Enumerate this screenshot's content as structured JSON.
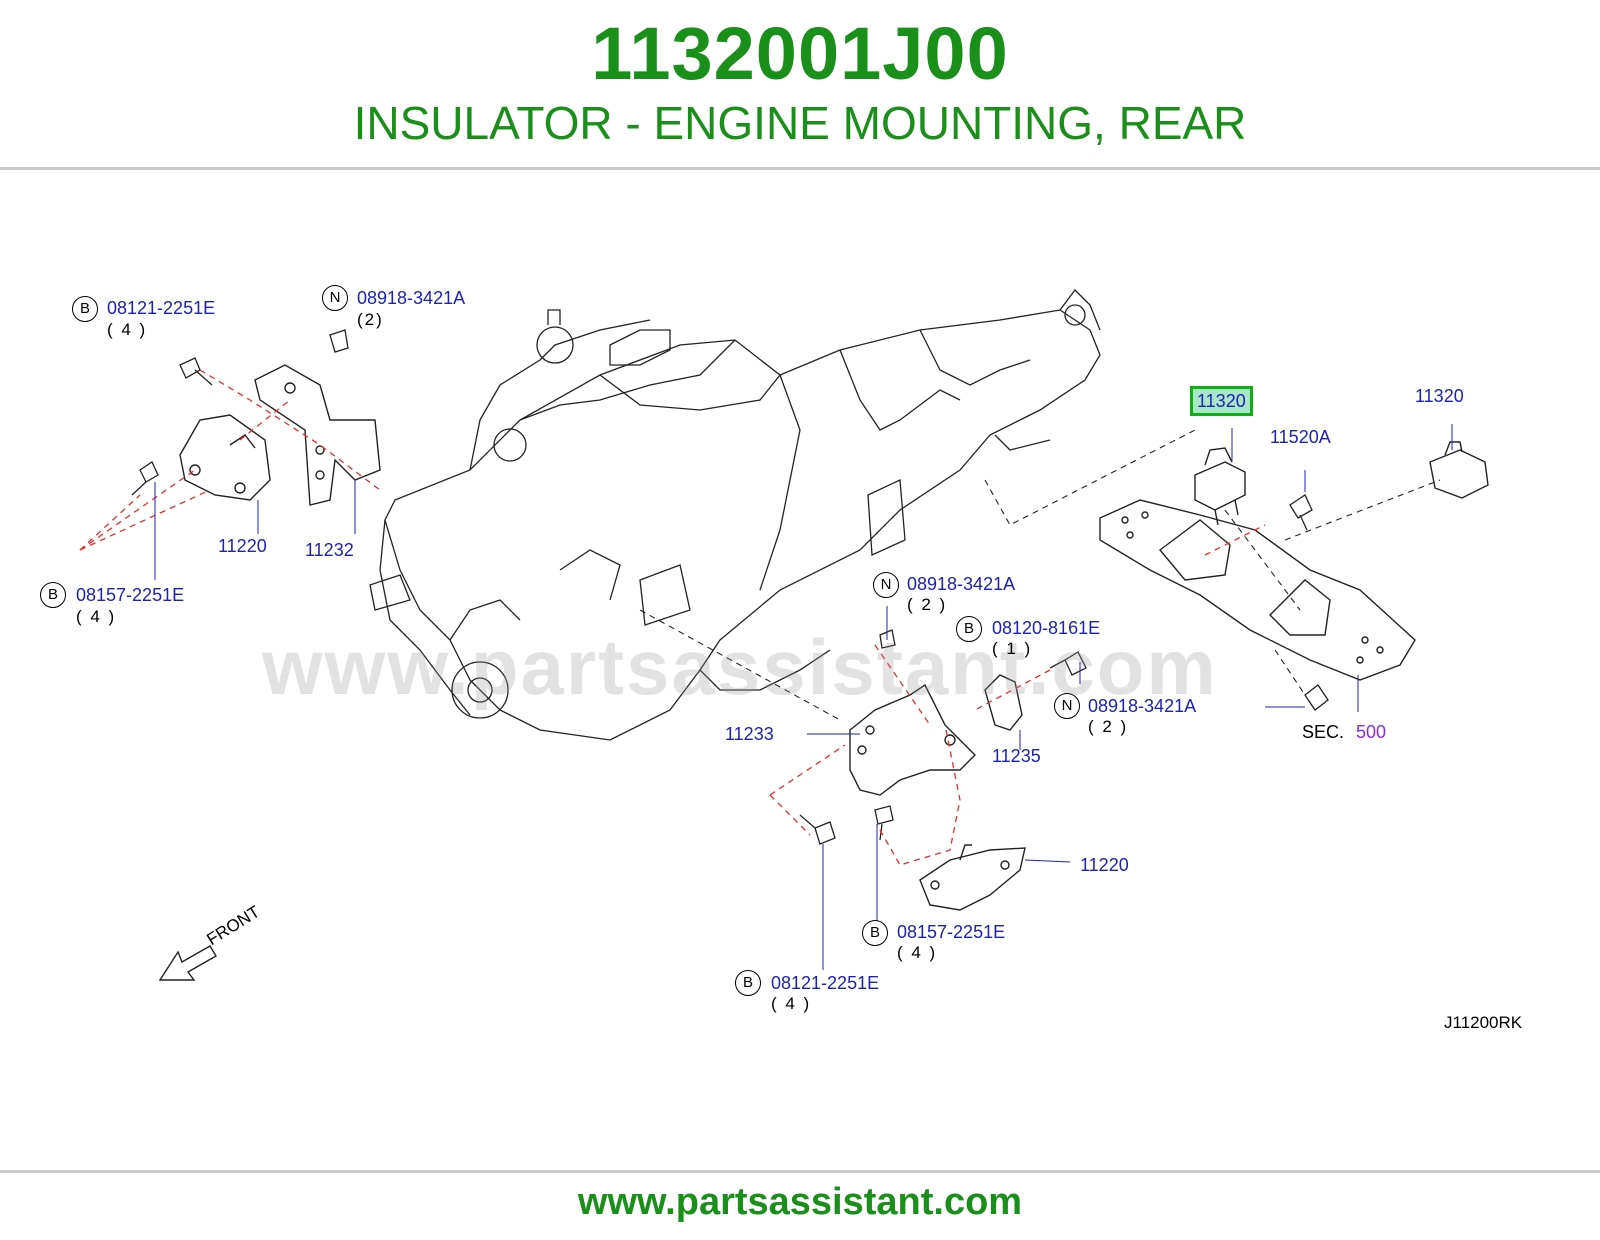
{
  "header": {
    "part_number": "1132001J00",
    "part_name": "INSULATOR - ENGINE MOUNTING, REAR"
  },
  "diagram": {
    "watermark": "www.partsassistant.com",
    "front_label": "FRONT",
    "diagram_code": "J11200RK",
    "section": {
      "prefix": "SEC.",
      "number": "500"
    },
    "callouts": {
      "c1": {
        "badge": "B",
        "part": "08121-2251E",
        "qty": "( 4 )"
      },
      "c2": {
        "badge": "N",
        "part": "08918-3421A",
        "qty": "(2)"
      },
      "c3": {
        "badge": "B",
        "part": "08157-2251E",
        "qty": "( 4 )"
      },
      "c4": {
        "part": "11220"
      },
      "c5": {
        "part": "11232"
      },
      "c6": {
        "part": "11320",
        "highlighted": true
      },
      "c7": {
        "part": "11520A"
      },
      "c8": {
        "part": "11320"
      },
      "c9": {
        "badge": "N",
        "part": "08918-3421A",
        "qty": "( 2 )"
      },
      "c10": {
        "badge": "B",
        "part": "08120-8161E",
        "qty": "( 1 )"
      },
      "c11": {
        "badge": "N",
        "part": "08918-3421A",
        "qty": "( 2 )"
      },
      "c12": {
        "part": "11233"
      },
      "c13": {
        "part": "11235"
      },
      "c14": {
        "part": "11220"
      },
      "c15": {
        "badge": "B",
        "part": "08157-2251E",
        "qty": "( 4 )"
      },
      "c16": {
        "badge": "B",
        "part": "08121-2251E",
        "qty": "( 4 )"
      }
    }
  },
  "footer": {
    "url": "www.partsassistant.com"
  },
  "colors": {
    "brand_green": "#1a8f1a",
    "callout_blue": "#1e22b4",
    "highlight": "#11b011",
    "dash_red": "#e03030",
    "section_purple": "#8a2be2"
  }
}
